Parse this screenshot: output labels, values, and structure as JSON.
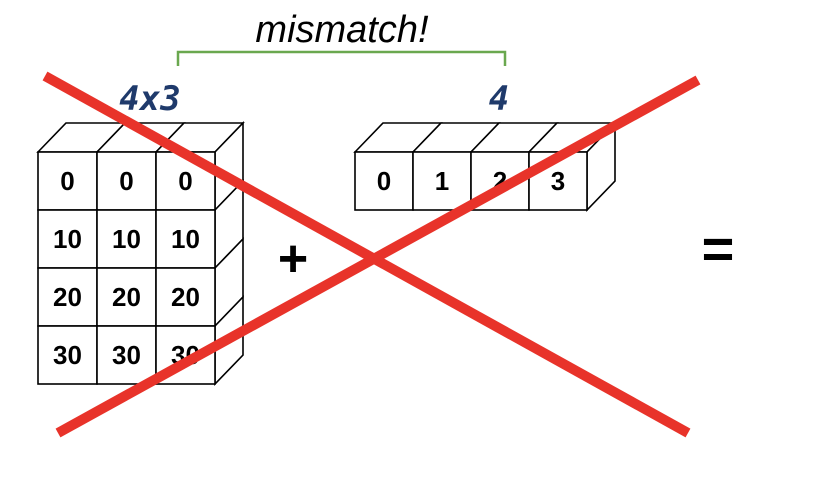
{
  "label": "mismatch!",
  "left_array": {
    "shape": "4x3",
    "values": [
      [
        "0",
        "0",
        "0"
      ],
      [
        "10",
        "10",
        "10"
      ],
      [
        "20",
        "20",
        "20"
      ],
      [
        "30",
        "30",
        "30"
      ]
    ]
  },
  "right_array": {
    "shape": "4",
    "values": [
      "0",
      "1",
      "2",
      "3"
    ]
  },
  "operator": "+",
  "equals": "=",
  "colors": {
    "cross": "#e8332a",
    "bracket": "#6aa84f",
    "shape_label": "#1f3a6b"
  }
}
